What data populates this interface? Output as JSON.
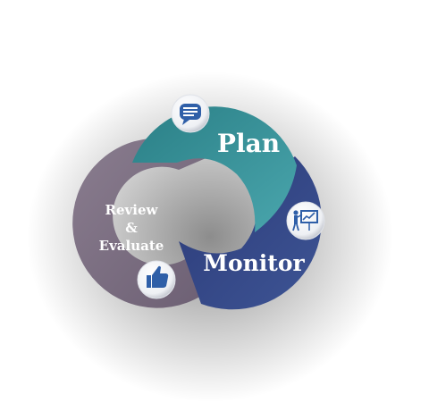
{
  "cycle": {
    "plan": {
      "label": "Plan",
      "color": "#2f8f96",
      "icon": "speech-bubble-icon"
    },
    "monitor": {
      "label": "Monitor",
      "color": "#2d3f7c",
      "icon": "presentation-icon"
    },
    "review": {
      "label_line1": "Review",
      "label_line2": "&",
      "label_line3": "Evaluate",
      "color": "#7c6e82",
      "icon": "thumbs-up-icon"
    },
    "icon_color": "#2f5fa8"
  }
}
